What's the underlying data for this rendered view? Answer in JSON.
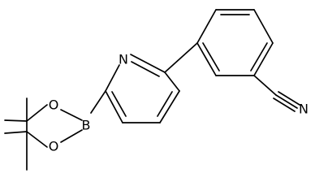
{
  "diagram": {
    "type": "chemical-structure",
    "atom_labels": {
      "nitrogen_pyridine": "N",
      "nitrogen_nitrile": "N",
      "boron": "B",
      "oxygen_upper": "O",
      "oxygen_lower": "O"
    },
    "colors": {
      "bond": "#000000",
      "label": "#000000",
      "background": "#ffffff"
    }
  }
}
